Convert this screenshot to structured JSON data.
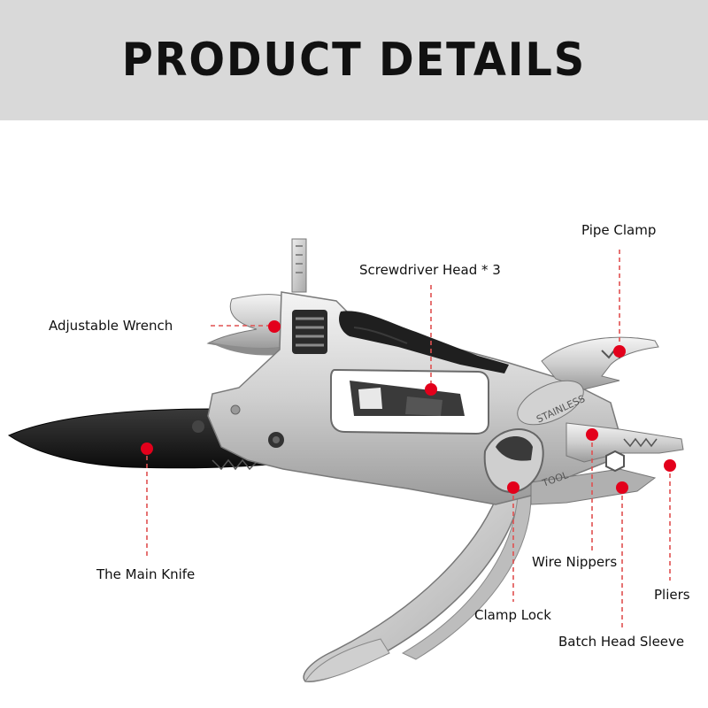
{
  "header": {
    "title": "PRODUCT  DETAILS"
  },
  "callouts": {
    "pipe_clamp": "Pipe Clamp",
    "screwdriver_head": "Screwdriver Head * 3",
    "adjustable_wrench": "Adjustable Wrench",
    "main_knife": "The Main Knife",
    "wire_nippers": "Wire Nippers",
    "pliers": "Pliers",
    "clamp_lock": "Clamp Lock",
    "batch_head_sleeve": "Batch Head Sleeve"
  },
  "engravings": {
    "stainless": "STAINLESS",
    "tool": "TOOL"
  },
  "colors": {
    "header_bg": "#d9d9d9",
    "marker": "#e3001b",
    "leader": "#e05050",
    "blade": "#1a1a1a",
    "steel": "#d8d8d8"
  }
}
